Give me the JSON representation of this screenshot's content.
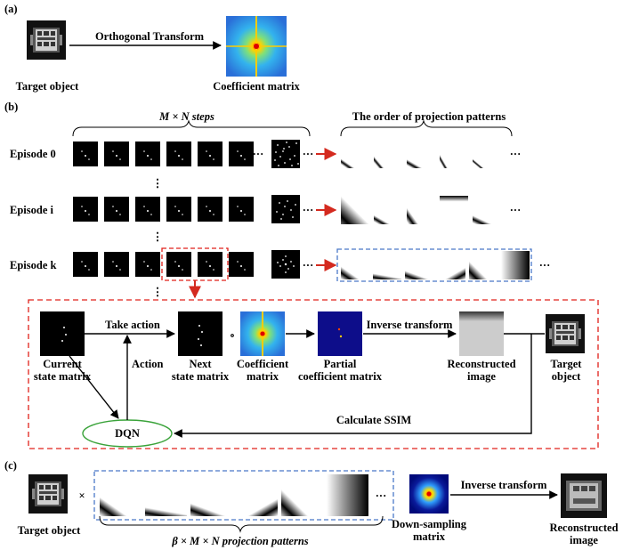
{
  "panel_a": {
    "label": "(a)",
    "target_object": "Target object",
    "transform": "Orthogonal Transform",
    "coefficient_matrix": "Coefficient matrix"
  },
  "panel_b": {
    "label": "(b)",
    "steps": "M × N steps",
    "order_title": "The order of projection patterns",
    "episodes": [
      "Episode 0",
      "Episode i",
      "Episode k"
    ],
    "ellipsis": "···",
    "vdots": "⋮",
    "loop": {
      "current_state": [
        "Current",
        "state matrix"
      ],
      "take_action": "Take action",
      "action": "Action",
      "next_state": [
        "Next",
        "state matrix"
      ],
      "hadamard_op": "∘",
      "coefficient": [
        "Coefficient",
        "matrix"
      ],
      "partial": [
        "Partial",
        "coefficient matrix"
      ],
      "inverse": "Inverse transform",
      "reconstructed": [
        "Reconstructed",
        "image"
      ],
      "target": [
        "Target",
        "object"
      ],
      "calc": "Calculate SSIM",
      "dqn": "DQN"
    }
  },
  "panel_c": {
    "label": "(c)",
    "target_object": "Target object",
    "times": "×",
    "patterns": "β × M × N projection patterns",
    "ellipsis": "···",
    "downsampling": [
      "Down-sampling",
      "matrix"
    ],
    "inverse": "Inverse transform",
    "reconstructed": [
      "Reconstructed",
      "image"
    ]
  },
  "colors": {
    "red_arrow": "#d42a1f",
    "red_dash": "#e0201a",
    "blue_dash": "#4a78c8",
    "dqn_ellipse": "#3aa33a",
    "partial_bg": "#0d0d8a"
  }
}
